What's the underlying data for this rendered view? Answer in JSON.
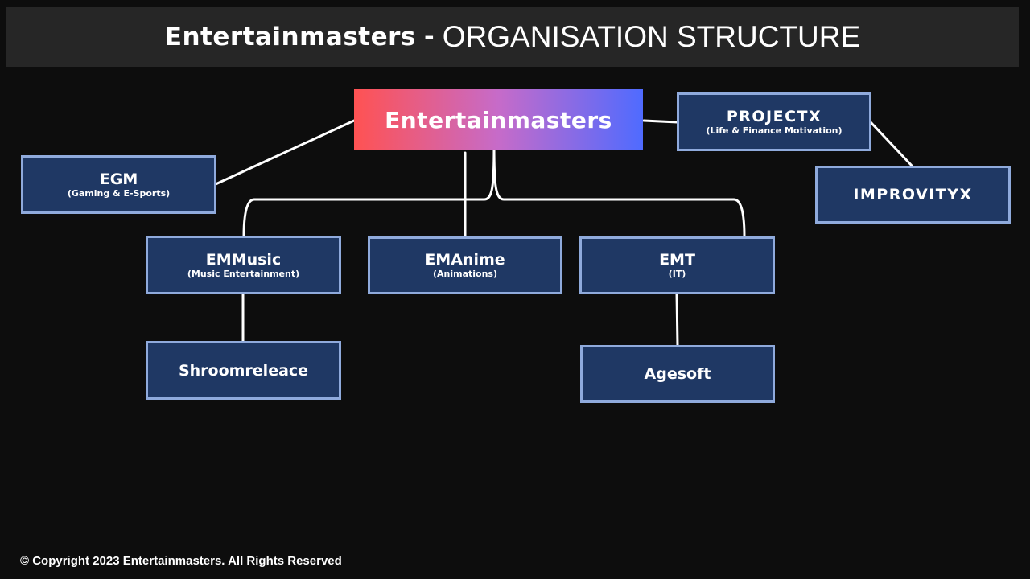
{
  "header": {
    "brand": "Entertainmasters",
    "separator": "-",
    "subtitle": "ORGANISATION STRUCTURE"
  },
  "root": {
    "name": "Entertainmasters"
  },
  "nodes": {
    "egm": {
      "name": "EGM",
      "desc": "(Gaming & E-Sports)"
    },
    "projectx": {
      "name": "PROJECTX",
      "desc": "(Life & Finance Motivation)"
    },
    "improvityx": {
      "name": "IMPROVITYX"
    },
    "emmusic": {
      "name": "EMMusic",
      "desc": "(Music Entertainment)"
    },
    "emanime": {
      "name": "EMAnime",
      "desc": "(Animations)"
    },
    "emt": {
      "name": "EMT",
      "desc": "(IT)"
    },
    "shroomreleace": {
      "name": "Shroomreleace"
    },
    "agesoft": {
      "name": "Agesoft"
    }
  },
  "colors": {
    "background": "#0d0d0d",
    "header_bg": "#262626",
    "node_fill": "#1f3864",
    "node_border": "#8faadc",
    "connector": "#ffffff",
    "root_gradient": [
      "#ff5252",
      "#c66bc9",
      "#4f6bff"
    ]
  },
  "footer": {
    "copyright": "© Copyright 2023 Entertainmasters. All Rights Reserved"
  }
}
